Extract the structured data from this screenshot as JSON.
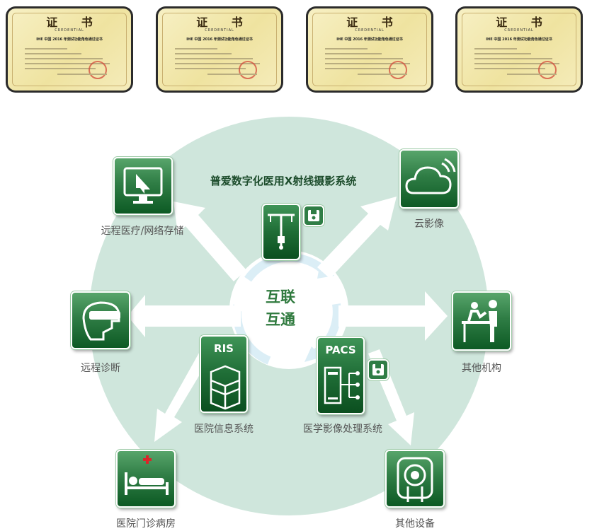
{
  "certificates": [
    {
      "title": "证  书",
      "subtitle": "CREDENTIAL",
      "heading": "IHE 中国 2016 年测试功能角色通过证书"
    },
    {
      "title": "证  书",
      "subtitle": "CREDENTIAL",
      "heading": "IHE 中国 2016 年测试功能角色通过证书"
    },
    {
      "title": "证  书",
      "subtitle": "CREDENTIAL",
      "heading": "IHE 中国 2016 年测试功能角色通过证书"
    },
    {
      "title": "证  书",
      "subtitle": "CREDENTIAL",
      "heading": "IHE 中国 2016 年测试功能角色通过证书"
    }
  ],
  "diagram": {
    "title": "普爱数字化医用X射线摄影系统",
    "center_line1": "互联",
    "center_line2": "互通",
    "nodes": {
      "telemedicine": "远程医疗/网络存储",
      "cloud": "云影像",
      "remote_diagnosis": "远程诊断",
      "other_institutions": "其他机构",
      "ris": "医院信息系统",
      "pacs": "医学影像处理系统",
      "wards": "医院门诊病房",
      "other_devices": "其他设备"
    },
    "ris_title": "RIS",
    "pacs_title": "PACS"
  },
  "colors": {
    "circle": "#cfe6dc",
    "tile_green": "#2f7d45",
    "accent": "#2f7a3e"
  }
}
